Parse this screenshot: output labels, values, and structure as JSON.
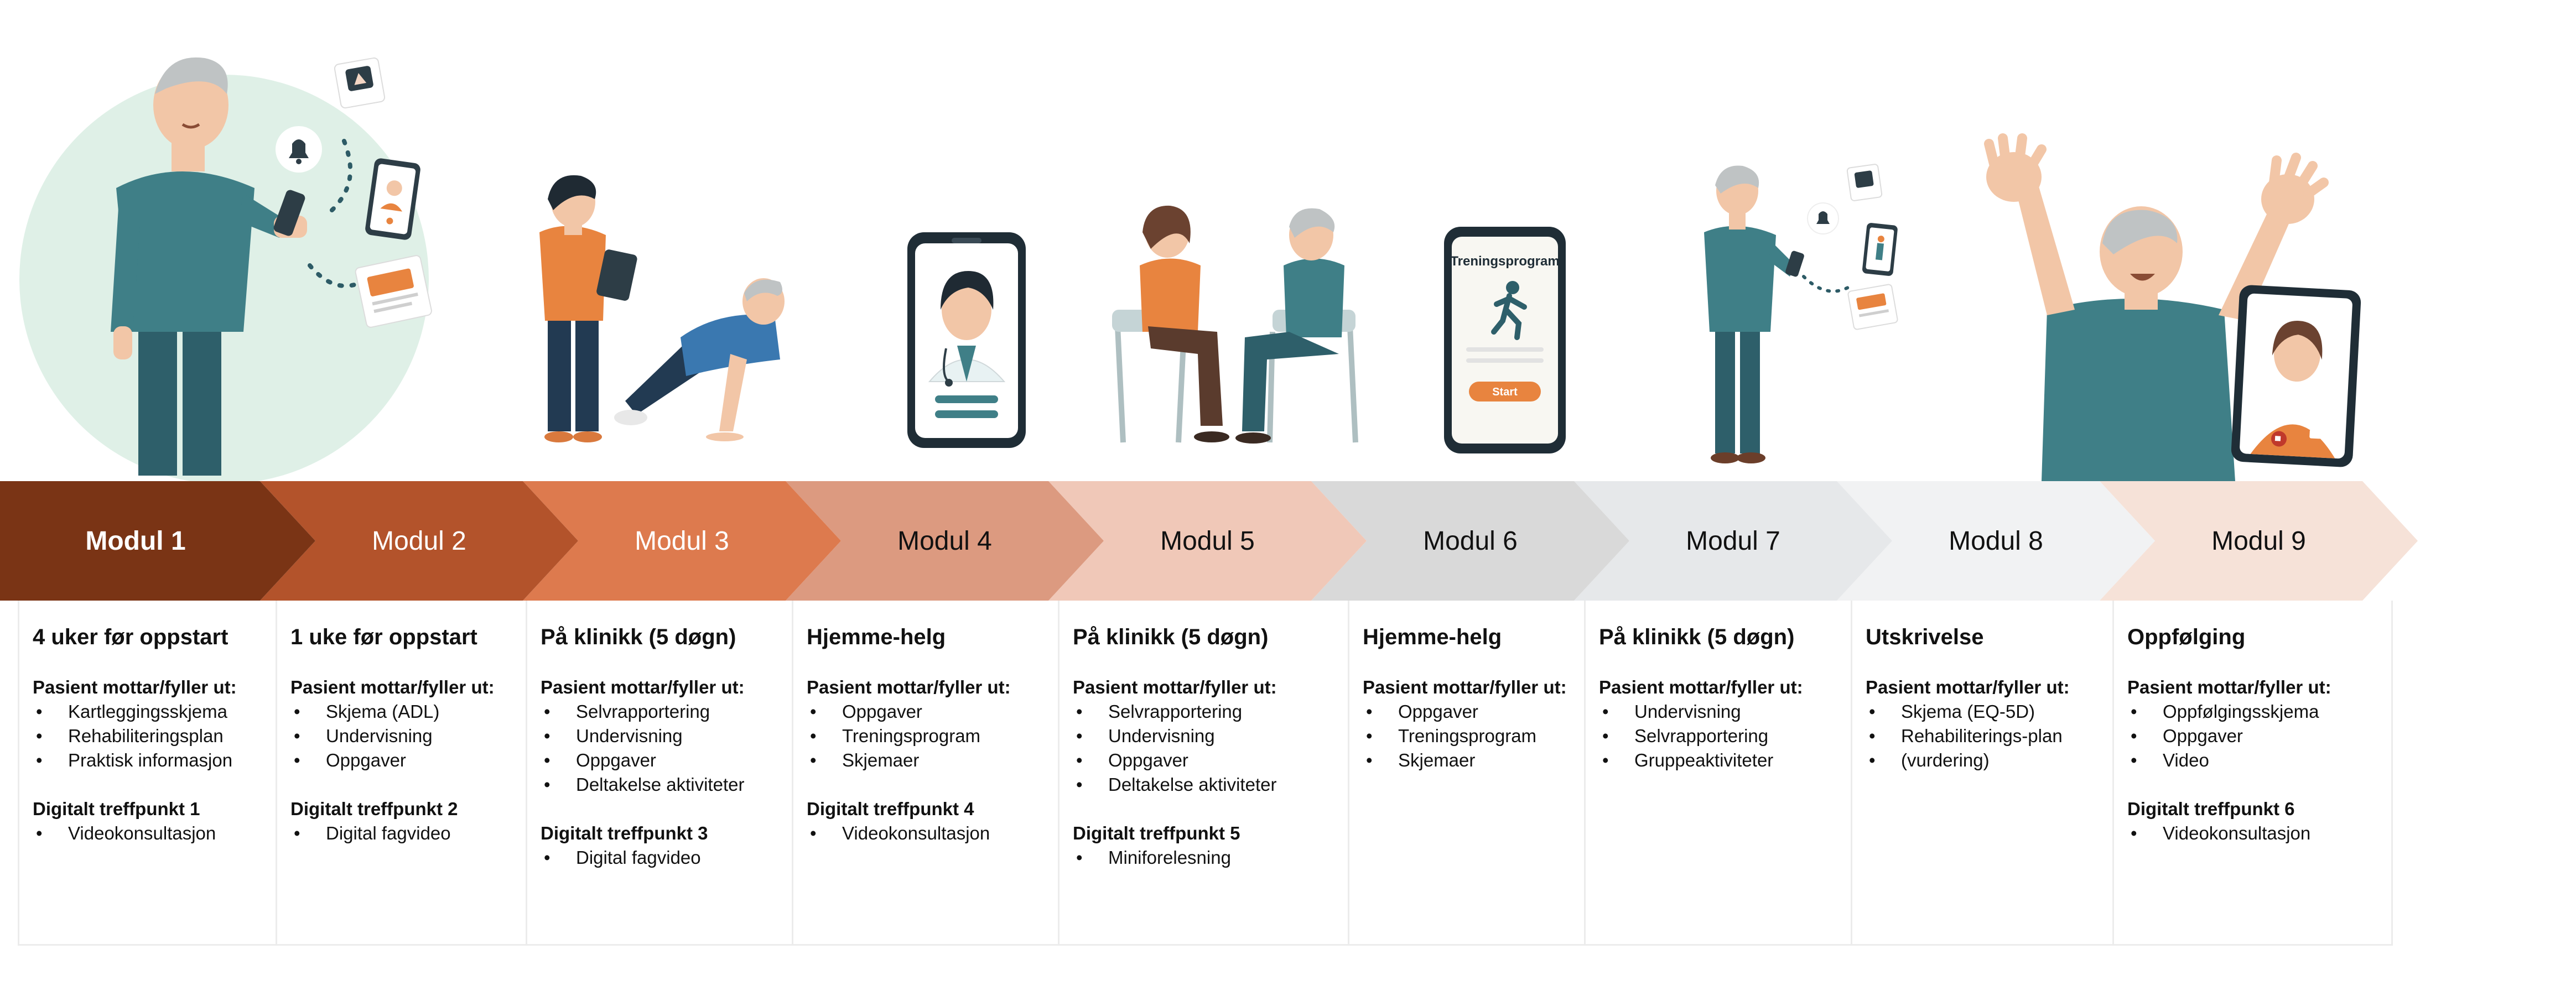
{
  "modules": [
    {
      "label": "Modul 1",
      "fill": "#7a3415",
      "text_color": "#ffffff",
      "title": "4 uker før oppstart",
      "blocks": [
        {
          "heading": "Pasient mottar/fyller ut:",
          "items": [
            "Kartleggingsskjema",
            "Rehabiliteringsplan",
            "Praktisk informasjon"
          ]
        },
        {
          "heading": "Digitalt treffpunkt 1",
          "items": [
            "Videokonsultasjon"
          ]
        }
      ]
    },
    {
      "label": "Modul 2",
      "fill": "#b3532b",
      "text_color": "#ffffff",
      "title": "1 uke før oppstart",
      "blocks": [
        {
          "heading": "Pasient mottar/fyller ut:",
          "items": [
            "Skjema (ADL)",
            "Undervisning",
            "Oppgaver"
          ]
        },
        {
          "heading": "Digitalt treffpunkt 2",
          "items": [
            "Digital fagvideo"
          ]
        }
      ]
    },
    {
      "label": "Modul 3",
      "fill": "#dd7a4e",
      "text_color": "#ffffff",
      "title": "På klinikk (5 døgn)",
      "blocks": [
        {
          "heading": "Pasient mottar/fyller ut:",
          "items": [
            "Selvrapportering",
            "Undervisning",
            "Oppgaver",
            "Deltakelse aktiviteter"
          ]
        },
        {
          "heading": "Digitalt treffpunkt 3",
          "items": [
            "Digital fagvideo"
          ]
        }
      ]
    },
    {
      "label": "Modul 4",
      "fill": "#dc9a80",
      "text_color": "#111111",
      "title": "Hjemme-helg",
      "blocks": [
        {
          "heading": "Pasient mottar/fyller ut:",
          "items": [
            "Oppgaver",
            "Treningsprogram",
            "Skjemaer"
          ]
        },
        {
          "heading": "Digitalt treffpunkt 4",
          "items": [
            "Videokonsultasjon"
          ]
        }
      ]
    },
    {
      "label": "Modul 5",
      "fill": "#f0c8b8",
      "text_color": "#111111",
      "title": "På klinikk (5 døgn)",
      "blocks": [
        {
          "heading": "Pasient mottar/fyller ut:",
          "items": [
            "Selvrapportering",
            "Undervisning",
            "Oppgaver",
            "Deltakelse aktiviteter"
          ]
        },
        {
          "heading": "Digitalt treffpunkt 5",
          "items": [
            "Miniforelesning"
          ]
        }
      ]
    },
    {
      "label": "Modul 6",
      "fill": "#d9d9d9",
      "text_color": "#111111",
      "title": "Hjemme-helg",
      "blocks": [
        {
          "heading": "Pasient mottar/fyller ut:",
          "items": [
            "Oppgaver",
            "Treningsprogram",
            "Skjemaer"
          ]
        }
      ]
    },
    {
      "label": "Modul 7",
      "fill": "#e6e8ea",
      "text_color": "#111111",
      "title": "På klinikk (5 døgn)",
      "blocks": [
        {
          "heading": "Pasient mottar/fyller ut:",
          "items": [
            "Undervisning",
            "Selvrapportering",
            "Gruppeaktiviteter"
          ]
        }
      ]
    },
    {
      "label": "Modul 8",
      "fill": "#f1f2f3",
      "text_color": "#111111",
      "title": "Utskrivelse",
      "blocks": [
        {
          "heading": "Pasient mottar/fyller ut:",
          "items": [
            "Skjema (EQ-5D)",
            "Rehabiliterings-plan",
            "(vurdering)"
          ]
        }
      ]
    },
    {
      "label": "Modul 9",
      "fill": "#f6e2d8",
      "text_color": "#111111",
      "title": "Oppfølging",
      "blocks": [
        {
          "heading": "Pasient mottar/fyller ut:",
          "items": [
            "Oppfølgingsskjema",
            "Oppgaver",
            "Video"
          ]
        },
        {
          "heading": "Digitalt treffpunkt 6",
          "items": [
            "Videokonsultasjon"
          ]
        }
      ]
    }
  ],
  "illustrations": {
    "phone_app_title": "Treningsprogram",
    "phone_app_button": "Start",
    "accent_orange": "#e8843f",
    "accent_teal": "#3f7f87"
  }
}
